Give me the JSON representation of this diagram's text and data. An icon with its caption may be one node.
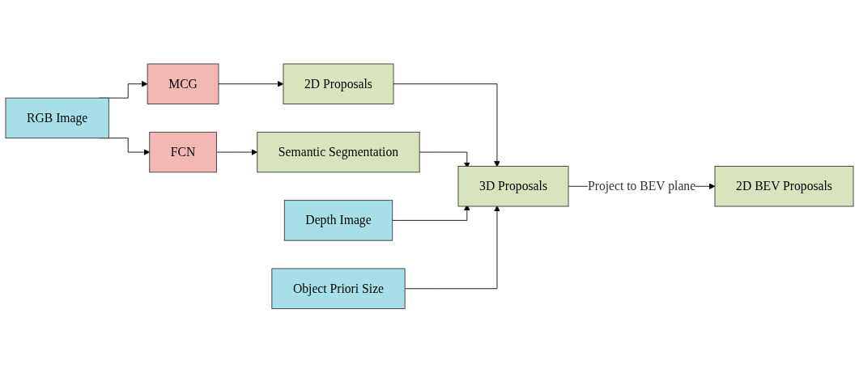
{
  "diagram": {
    "nodes": [
      {
        "text": [
          "RGB Image"
        ]
      },
      {
        "text": [
          "MCG"
        ]
      },
      {
        "text": [
          "2D Proposals"
        ]
      },
      {
        "text": [
          "FCN"
        ]
      },
      {
        "text": [
          "Semantic Segmentation"
        ]
      },
      {
        "text": [
          "Depth Image"
        ]
      },
      {
        "text": [
          "Object Priori Size"
        ]
      },
      {
        "text": [
          "3D Proposals"
        ]
      },
      {
        "text": [
          "2D BEV Proposals"
        ]
      }
    ],
    "edges": [
      {
        "from": 0,
        "to": 1,
        "arrow": "to"
      },
      {
        "from": 0,
        "to": 3,
        "arrow": "to"
      },
      {
        "from": 1,
        "to": 2,
        "arrow": "to"
      },
      {
        "from": 3,
        "to": 4,
        "arrow": "to"
      },
      {
        "from": 2,
        "to": 7,
        "arrow": "to"
      },
      {
        "from": 4,
        "to": 7,
        "arrow": "to"
      },
      {
        "from": 5,
        "to": 7,
        "arrow": "to"
      },
      {
        "from": 6,
        "to": 7,
        "arrow": "to"
      },
      {
        "from": 7,
        "to": 8,
        "label": "Project to BEV plane",
        "arrow": "to"
      }
    ]
  }
}
